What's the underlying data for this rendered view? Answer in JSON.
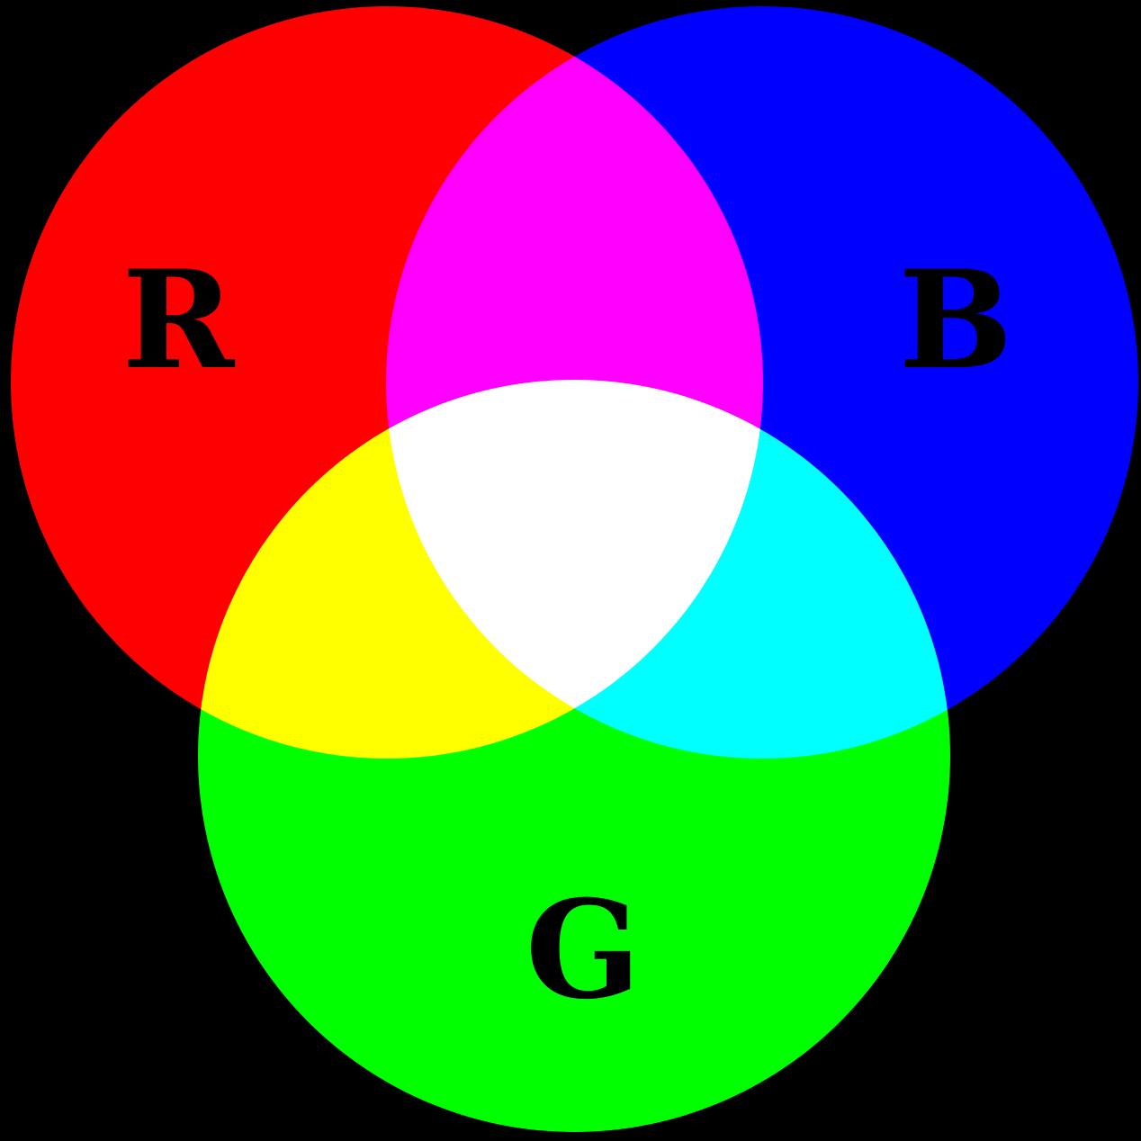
{
  "background_color": "#000000",
  "circles": [
    {
      "id": "red",
      "label": "R",
      "color": "#ff0000"
    },
    {
      "id": "blue",
      "label": "B",
      "color": "#0000ff"
    },
    {
      "id": "green",
      "label": "G",
      "color": "#00ff00"
    }
  ],
  "overlaps": {
    "red_blue": "#ff00ff",
    "red_green": "#ffff00",
    "blue_green": "#00ffff",
    "all": "#ffffff"
  }
}
